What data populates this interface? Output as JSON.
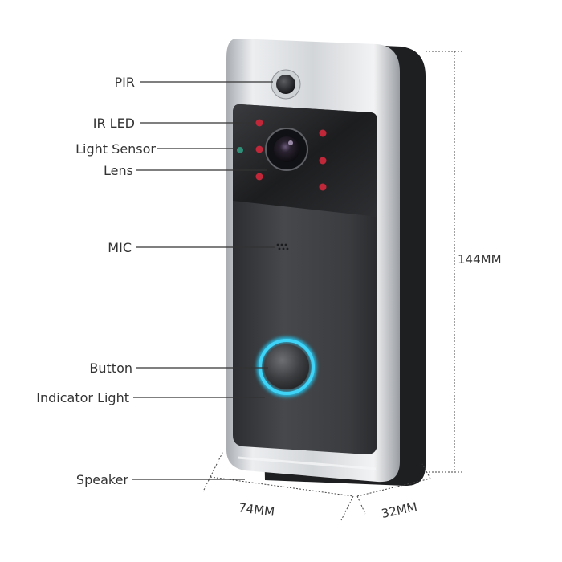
{
  "callouts": {
    "pir": "PIR",
    "ir_led": "IR LED",
    "light_sensor": "Light Sensor",
    "lens": "Lens",
    "mic": "MIC",
    "button": "Button",
    "indicator_light": "Indicator Light",
    "speaker": "Speaker"
  },
  "dimensions": {
    "height": "144MM",
    "width": "74MM",
    "depth": "32MM"
  },
  "colors": {
    "body_dark": "#3d3f42",
    "frame_silver": "#c9ccd0",
    "back_black": "#1e1f21",
    "ring_glow": "#22c6f0",
    "ir_led": "#c0283a",
    "line": "#333333"
  }
}
